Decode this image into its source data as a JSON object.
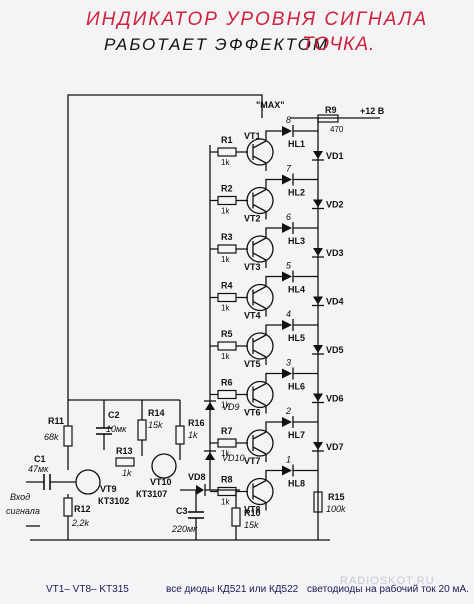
{
  "title": {
    "line1": "ИНДИКАТОР УРОВНЯ СИГНАЛА",
    "line2_a": "РАБОТАЕТ ЭФФЕКТОМ",
    "line2_b": "ТОЧКА."
  },
  "supply": "+12 В",
  "max_label": "\"MAX\"",
  "r9": {
    "name": "R9",
    "value": "470"
  },
  "stages": [
    {
      "r": "R1",
      "rv": "1k",
      "vt": "VT1",
      "hl": "HL1",
      "vd": "VD1",
      "n": "8"
    },
    {
      "r": "R2",
      "rv": "1k",
      "vt": "VT2",
      "hl": "HL2",
      "vd": "VD2",
      "n": "7"
    },
    {
      "r": "R3",
      "rv": "1k",
      "vt": "VT3",
      "hl": "HL3",
      "vd": "VD3",
      "n": "6"
    },
    {
      "r": "R4",
      "rv": "1k",
      "vt": "VT4",
      "hl": "HL4",
      "vd": "VD4",
      "n": "5"
    },
    {
      "r": "R5",
      "rv": "1k",
      "vt": "VT5",
      "hl": "HL5",
      "vd": "VD5",
      "n": "4"
    },
    {
      "r": "R6",
      "rv": "1k",
      "vt": "VT6",
      "hl": "HL6",
      "vd": "VD6",
      "n": "3"
    },
    {
      "r": "R7",
      "rv": "1k",
      "vt": "VT7",
      "hl": "HL7",
      "vd": "VD7",
      "n": "2"
    },
    {
      "r": "R8",
      "rv": "1k",
      "vt": "VT8",
      "hl": "HL8",
      "vd": "",
      "n": "1"
    }
  ],
  "parts": {
    "vd9": "VD9",
    "vd10": "VD10",
    "vd8": "VD8",
    "c1": {
      "name": "C1",
      "value": "47мк"
    },
    "c2": {
      "name": "C2",
      "value": "10мк"
    },
    "c3": {
      "name": "C3",
      "value": "220мк"
    },
    "r11": {
      "name": "R11",
      "value": "68k"
    },
    "r12": {
      "name": "R12",
      "value": "2,2k"
    },
    "r13": {
      "name": "R13",
      "value": "1k"
    },
    "r14": {
      "name": "R14",
      "value": "15k"
    },
    "r16": {
      "name": "R16",
      "value": "1k"
    },
    "r10": {
      "name": "R10",
      "value": "15k"
    },
    "r15": {
      "name": "R15",
      "value": "100k"
    },
    "vt9": {
      "name": "VT9",
      "type": "КТ3102"
    },
    "vt10": {
      "name": "VT10",
      "type": "КТ3107"
    }
  },
  "input": {
    "line1": "Вход",
    "line2": "сигнала"
  },
  "caption": {
    "a": "VT1– VT8– KT315",
    "b": "все диоды КД521 или КД522",
    "c": "светодиоды на рабочий ток 20 мА."
  },
  "watermark": "RADIOSKOT.RU"
}
